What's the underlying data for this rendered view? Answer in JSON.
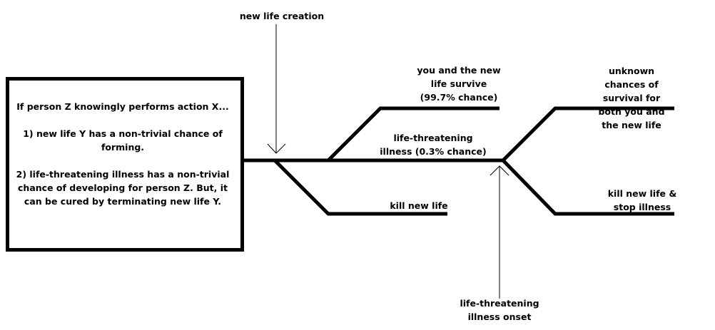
{
  "premise": "If person Z knowingly performs action X...\n\n1) new life Y has a non-trivial chance of forming.\n\n2) life-threatening illness has a non-trivial chance of developing for person Z. But, it can be cured by terminating new life Y.",
  "labels": {
    "new_life_creation": "new life creation",
    "survive": "you and the new\nlife survive\n(99.7% chance)",
    "illness": "life-threatening\nillness (0.3% chance)",
    "kill_new_life": "kill new life",
    "unknown": "unknown chances of\nsurvival for both you and\nthe new life",
    "kill_stop": "kill new life &\nstop illness",
    "illness_onset": "life-threatening\nillness onset"
  }
}
